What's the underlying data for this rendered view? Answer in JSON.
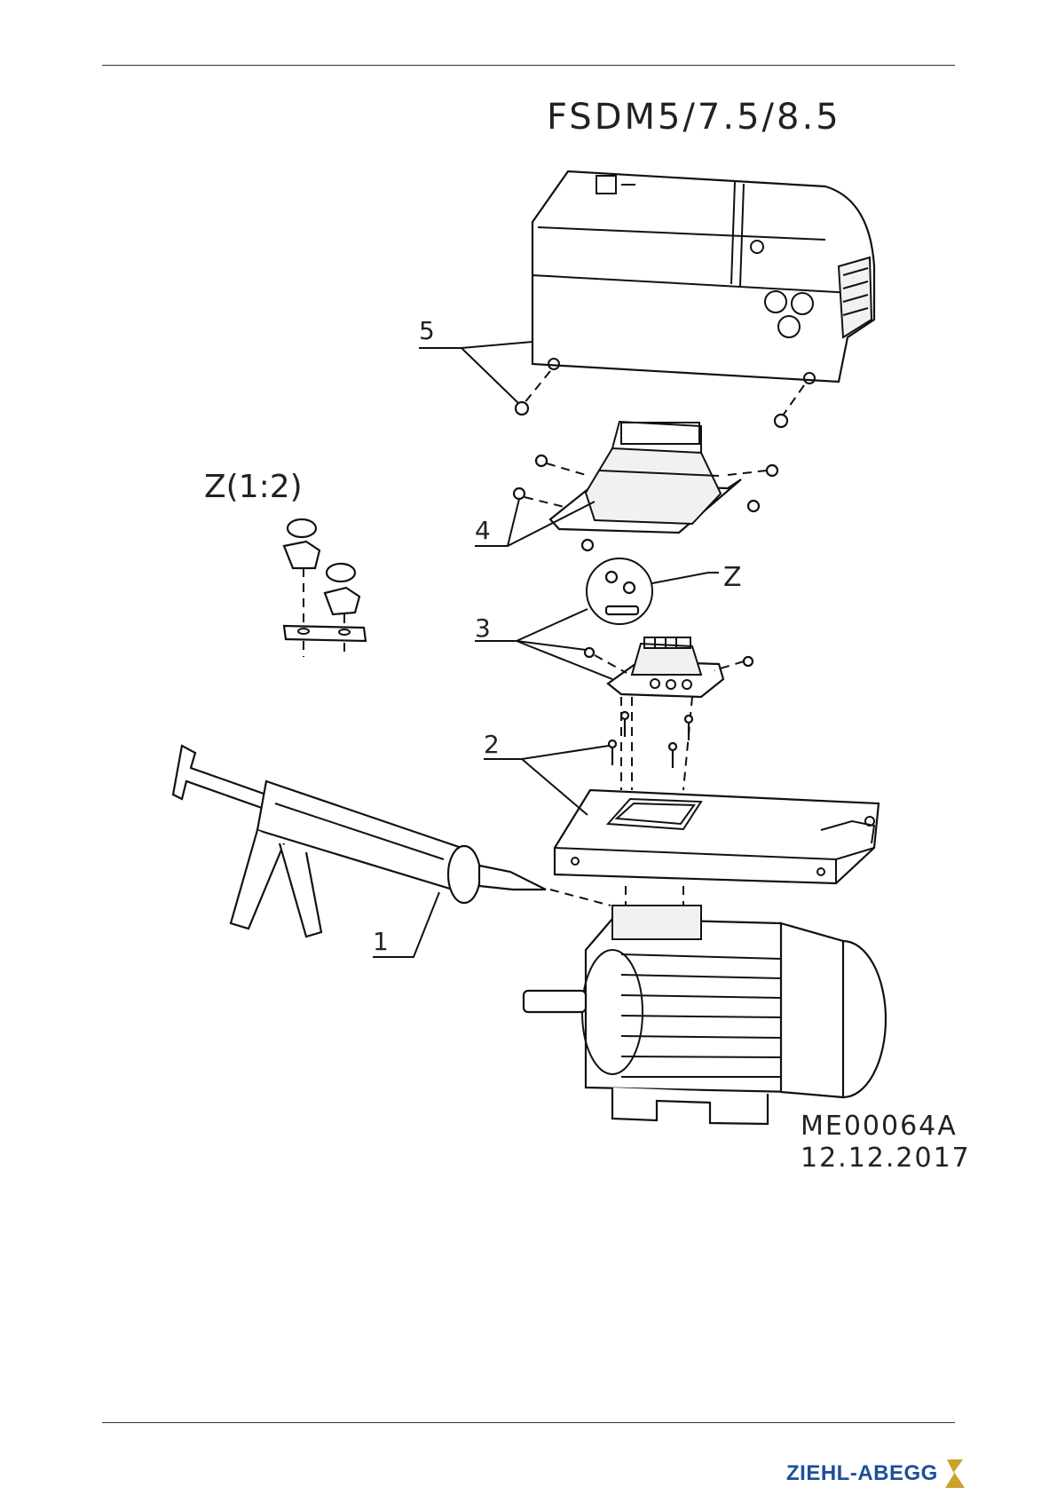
{
  "drawing": {
    "title": "FSDM5/7.5/8.5",
    "detail_label": "Z(1:2)",
    "detail_callout": "Z",
    "callouts": [
      "1",
      "2",
      "3",
      "4",
      "5"
    ],
    "drawing_number": "ME00064A",
    "date": "12.12.2017"
  },
  "footer": {
    "brand": "ZIEHL-ABEGG",
    "brand_color": "#1c4f9c",
    "mark_color": "#c9a227"
  }
}
